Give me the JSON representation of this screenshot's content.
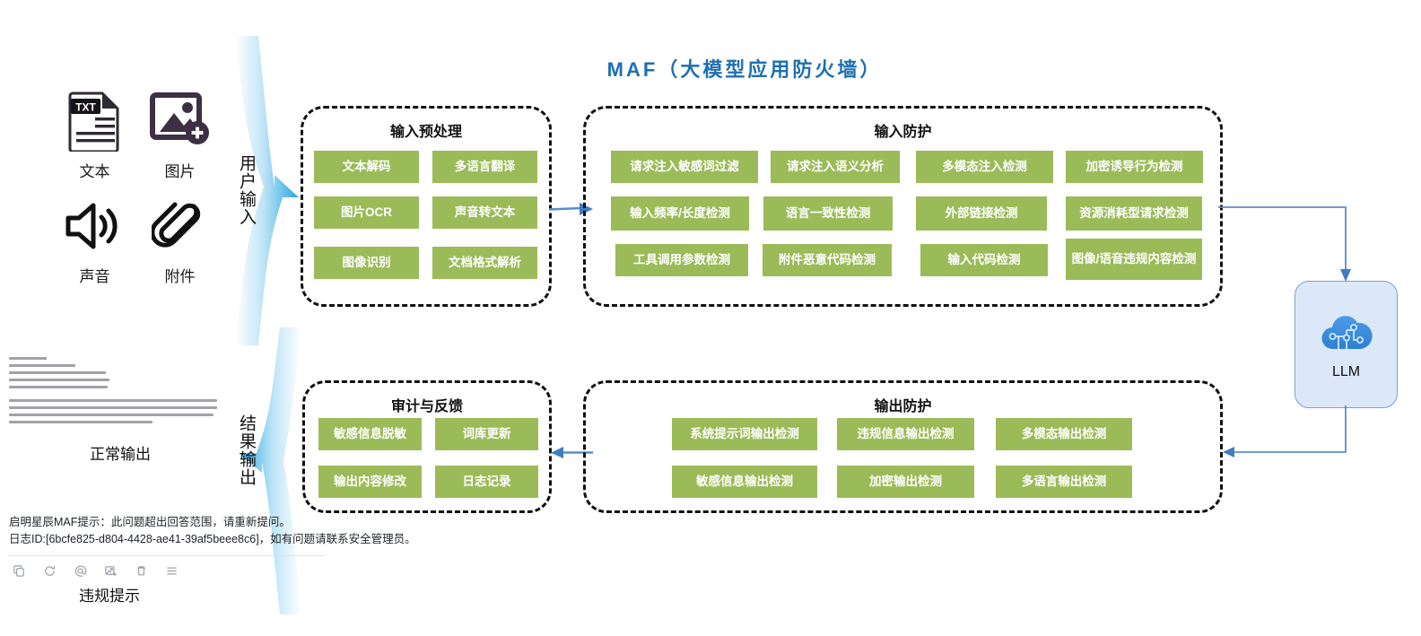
{
  "title": "MAF（大模型应用防火墙）",
  "inputs": {
    "items": [
      {
        "icon": "txt-file-icon",
        "label": "文本"
      },
      {
        "icon": "image-add-icon",
        "label": "图片"
      },
      {
        "icon": "speaker-sound-icon",
        "label": "声音"
      },
      {
        "icon": "paperclip-attachment-icon",
        "label": "附件"
      }
    ]
  },
  "bands": {
    "user_input": "用户输入",
    "result_output": "结果输出"
  },
  "groups": {
    "input_preprocess": {
      "title": "输入预处理",
      "cells": [
        "文本解码",
        "多语言翻译",
        "图片OCR",
        "声音转文本",
        "图像识别",
        "文档格式解析"
      ]
    },
    "input_protection": {
      "title": "输入防护",
      "cells": [
        "请求注入敏感词过滤",
        "请求注入语义分析",
        "多模态注入检测",
        "加密诱导行为检测",
        "输入频率/长度检测",
        "语言一致性检测",
        "外部链接检测",
        "资源消耗型请求检测",
        "工具调用参数检测",
        "附件恶意代码检测",
        "输入代码检测",
        "图像/语音违规内容检测"
      ]
    },
    "audit_feedback": {
      "title": "审计与反馈",
      "cells": [
        "敏感信息脱敏",
        "词库更新",
        "输出内容修改",
        "日志记录"
      ]
    },
    "output_protection": {
      "title": "输出防护",
      "cells": [
        "系统提示词输出检测",
        "违规信息输出检测",
        "多模态输出检测",
        "敏感信息输出检测",
        "加密输出检测",
        "多语言输出检测"
      ]
    }
  },
  "llm": {
    "label": "LLM",
    "icon": "cloud-ai-icon"
  },
  "results": {
    "normal_output_label": "正常输出",
    "violation_label": "违规提示",
    "violation_message_1": "启明星辰MAF提示：此问题超出回答范围，请重新提问。",
    "violation_message_2": "日志ID:[6bcfe825-d804-4428-ae41-39af5beee8c6]，如有问题请联系安全管理员。",
    "toolbar_icons": [
      "copy-icon",
      "refresh-icon",
      "mention-icon",
      "save-image-icon",
      "delete-icon",
      "menu-icon"
    ]
  },
  "colors": {
    "green": "#9BBB59",
    "title_blue": "#1F6FB2",
    "arrow_blue": "#5B8DC8",
    "llm_fill": "#DCE8F8"
  }
}
